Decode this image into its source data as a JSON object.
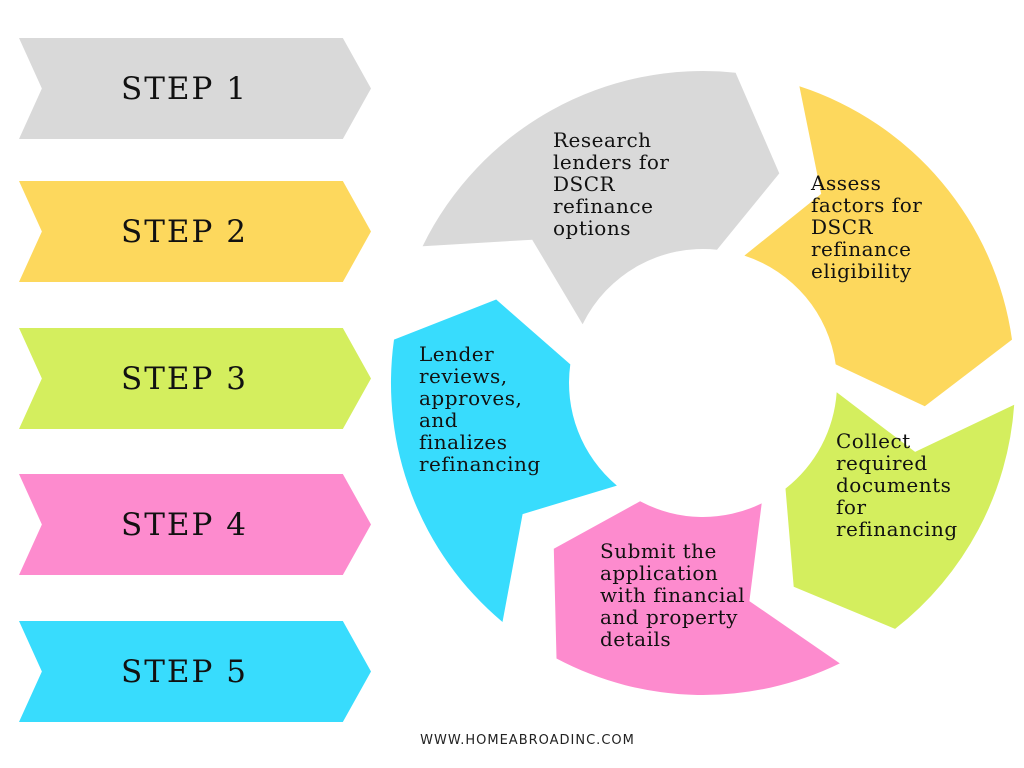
{
  "steps": [
    {
      "label": "STEP 1",
      "color": "#d9d9d9"
    },
    {
      "label": "STEP 2",
      "color": "#fdd85d"
    },
    {
      "label": "STEP 3",
      "color": "#d4ee5e"
    },
    {
      "label": "STEP 4",
      "color": "#fd8bce"
    },
    {
      "label": "STEP 5",
      "color": "#38dcfd"
    }
  ],
  "cycle": {
    "segments": [
      {
        "lines": [
          "Research",
          "lenders for",
          "DSCR",
          "refinance",
          "options"
        ],
        "color": "#d9d9d9"
      },
      {
        "lines": [
          "Assess",
          "factors for",
          "DSCR",
          "refinance",
          "eligibility"
        ],
        "color": "#fdd85d"
      },
      {
        "lines": [
          "Collect",
          "required",
          "documents",
          "for",
          "refinancing"
        ],
        "color": "#d4ee5e"
      },
      {
        "lines": [
          "Submit the",
          "application",
          "with financial",
          "and property",
          "details"
        ],
        "color": "#fd8bce"
      },
      {
        "lines": [
          "Lender",
          "reviews,",
          "approves,",
          "and",
          "finalizes",
          "refinancing"
        ],
        "color": "#38dcfd"
      }
    ]
  },
  "footer": {
    "url": "WWW.HOMEABROADINC.COM"
  }
}
